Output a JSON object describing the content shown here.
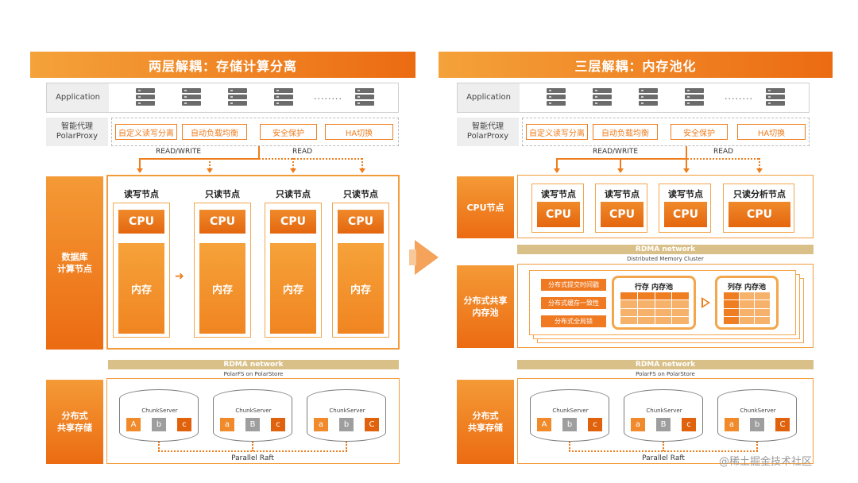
{
  "colors": {
    "accent": "#ee7d1e",
    "accent_dark": "#e4660e",
    "rdma": "#d9c089",
    "gray": "#9e9e9e"
  },
  "left": {
    "title": "两层解耦：存储计算分离",
    "application": "Application",
    "proxy_label": "智能代理\nPolarProxy",
    "proxy_tags": [
      "自定义读写分离",
      "自动负载均衡",
      "安全保护",
      "HA切换"
    ],
    "read_write": "READ/WRITE",
    "read": "READ",
    "compute_label": "数据库\n计算节点",
    "nodes": [
      {
        "title": "读写节点",
        "cpu": "CPU",
        "mem": "内存"
      },
      {
        "title": "只读节点",
        "cpu": "CPU",
        "mem": "内存"
      },
      {
        "title": "只读节点",
        "cpu": "CPU",
        "mem": "内存"
      },
      {
        "title": "只读节点",
        "cpu": "CPU",
        "mem": "内存"
      }
    ],
    "rdma": "RDMA network",
    "rdma_sub": "PolarFS on PolarStore",
    "storage_label": "分布式\n共享存储",
    "chunk_label": "ChunkServer",
    "chunks": [
      [
        "A",
        "b",
        "c"
      ],
      [
        "a",
        "B",
        "c"
      ],
      [
        "a",
        "b",
        "C"
      ]
    ],
    "parallel_raft": "Parallel Raft",
    "dots": "........"
  },
  "right": {
    "title": "三层解耦：内存池化",
    "application": "Application",
    "proxy_label": "智能代理\nPolarProxy",
    "proxy_tags": [
      "自定义读写分离",
      "自动负载均衡",
      "安全保护",
      "HA切换"
    ],
    "read_write": "READ/WRITE",
    "read": "READ",
    "cpu_label": "CPU节点",
    "cpu_nodes": [
      {
        "title": "读写节点",
        "cpu": "CPU"
      },
      {
        "title": "读写节点",
        "cpu": "CPU"
      },
      {
        "title": "读写节点",
        "cpu": "CPU"
      },
      {
        "title": "只读分析节点",
        "cpu": "CPU"
      }
    ],
    "rdma1": "RDMA network",
    "rdma1_sub": "Distributed Memory Cluster",
    "pool_label": "分布式共享\n内存池",
    "features": [
      "分布式提交时间戳",
      "分布式缓存一致性",
      "分布式全局锁"
    ],
    "row_pool": "行存 内存池",
    "col_pool": "列存 内存池",
    "rdma2": "RDMA network",
    "rdma2_sub": "PolarFS on PolarStore",
    "storage_label": "分布式\n共享存储",
    "chunk_label": "ChunkServer",
    "chunks": [
      [
        "A",
        "b",
        "c"
      ],
      [
        "a",
        "B",
        "c"
      ],
      [
        "a",
        "b",
        "C"
      ]
    ],
    "parallel_raft": "Parallel Raft",
    "dots": "........"
  },
  "watermark": "@稀土掘金技术社区"
}
